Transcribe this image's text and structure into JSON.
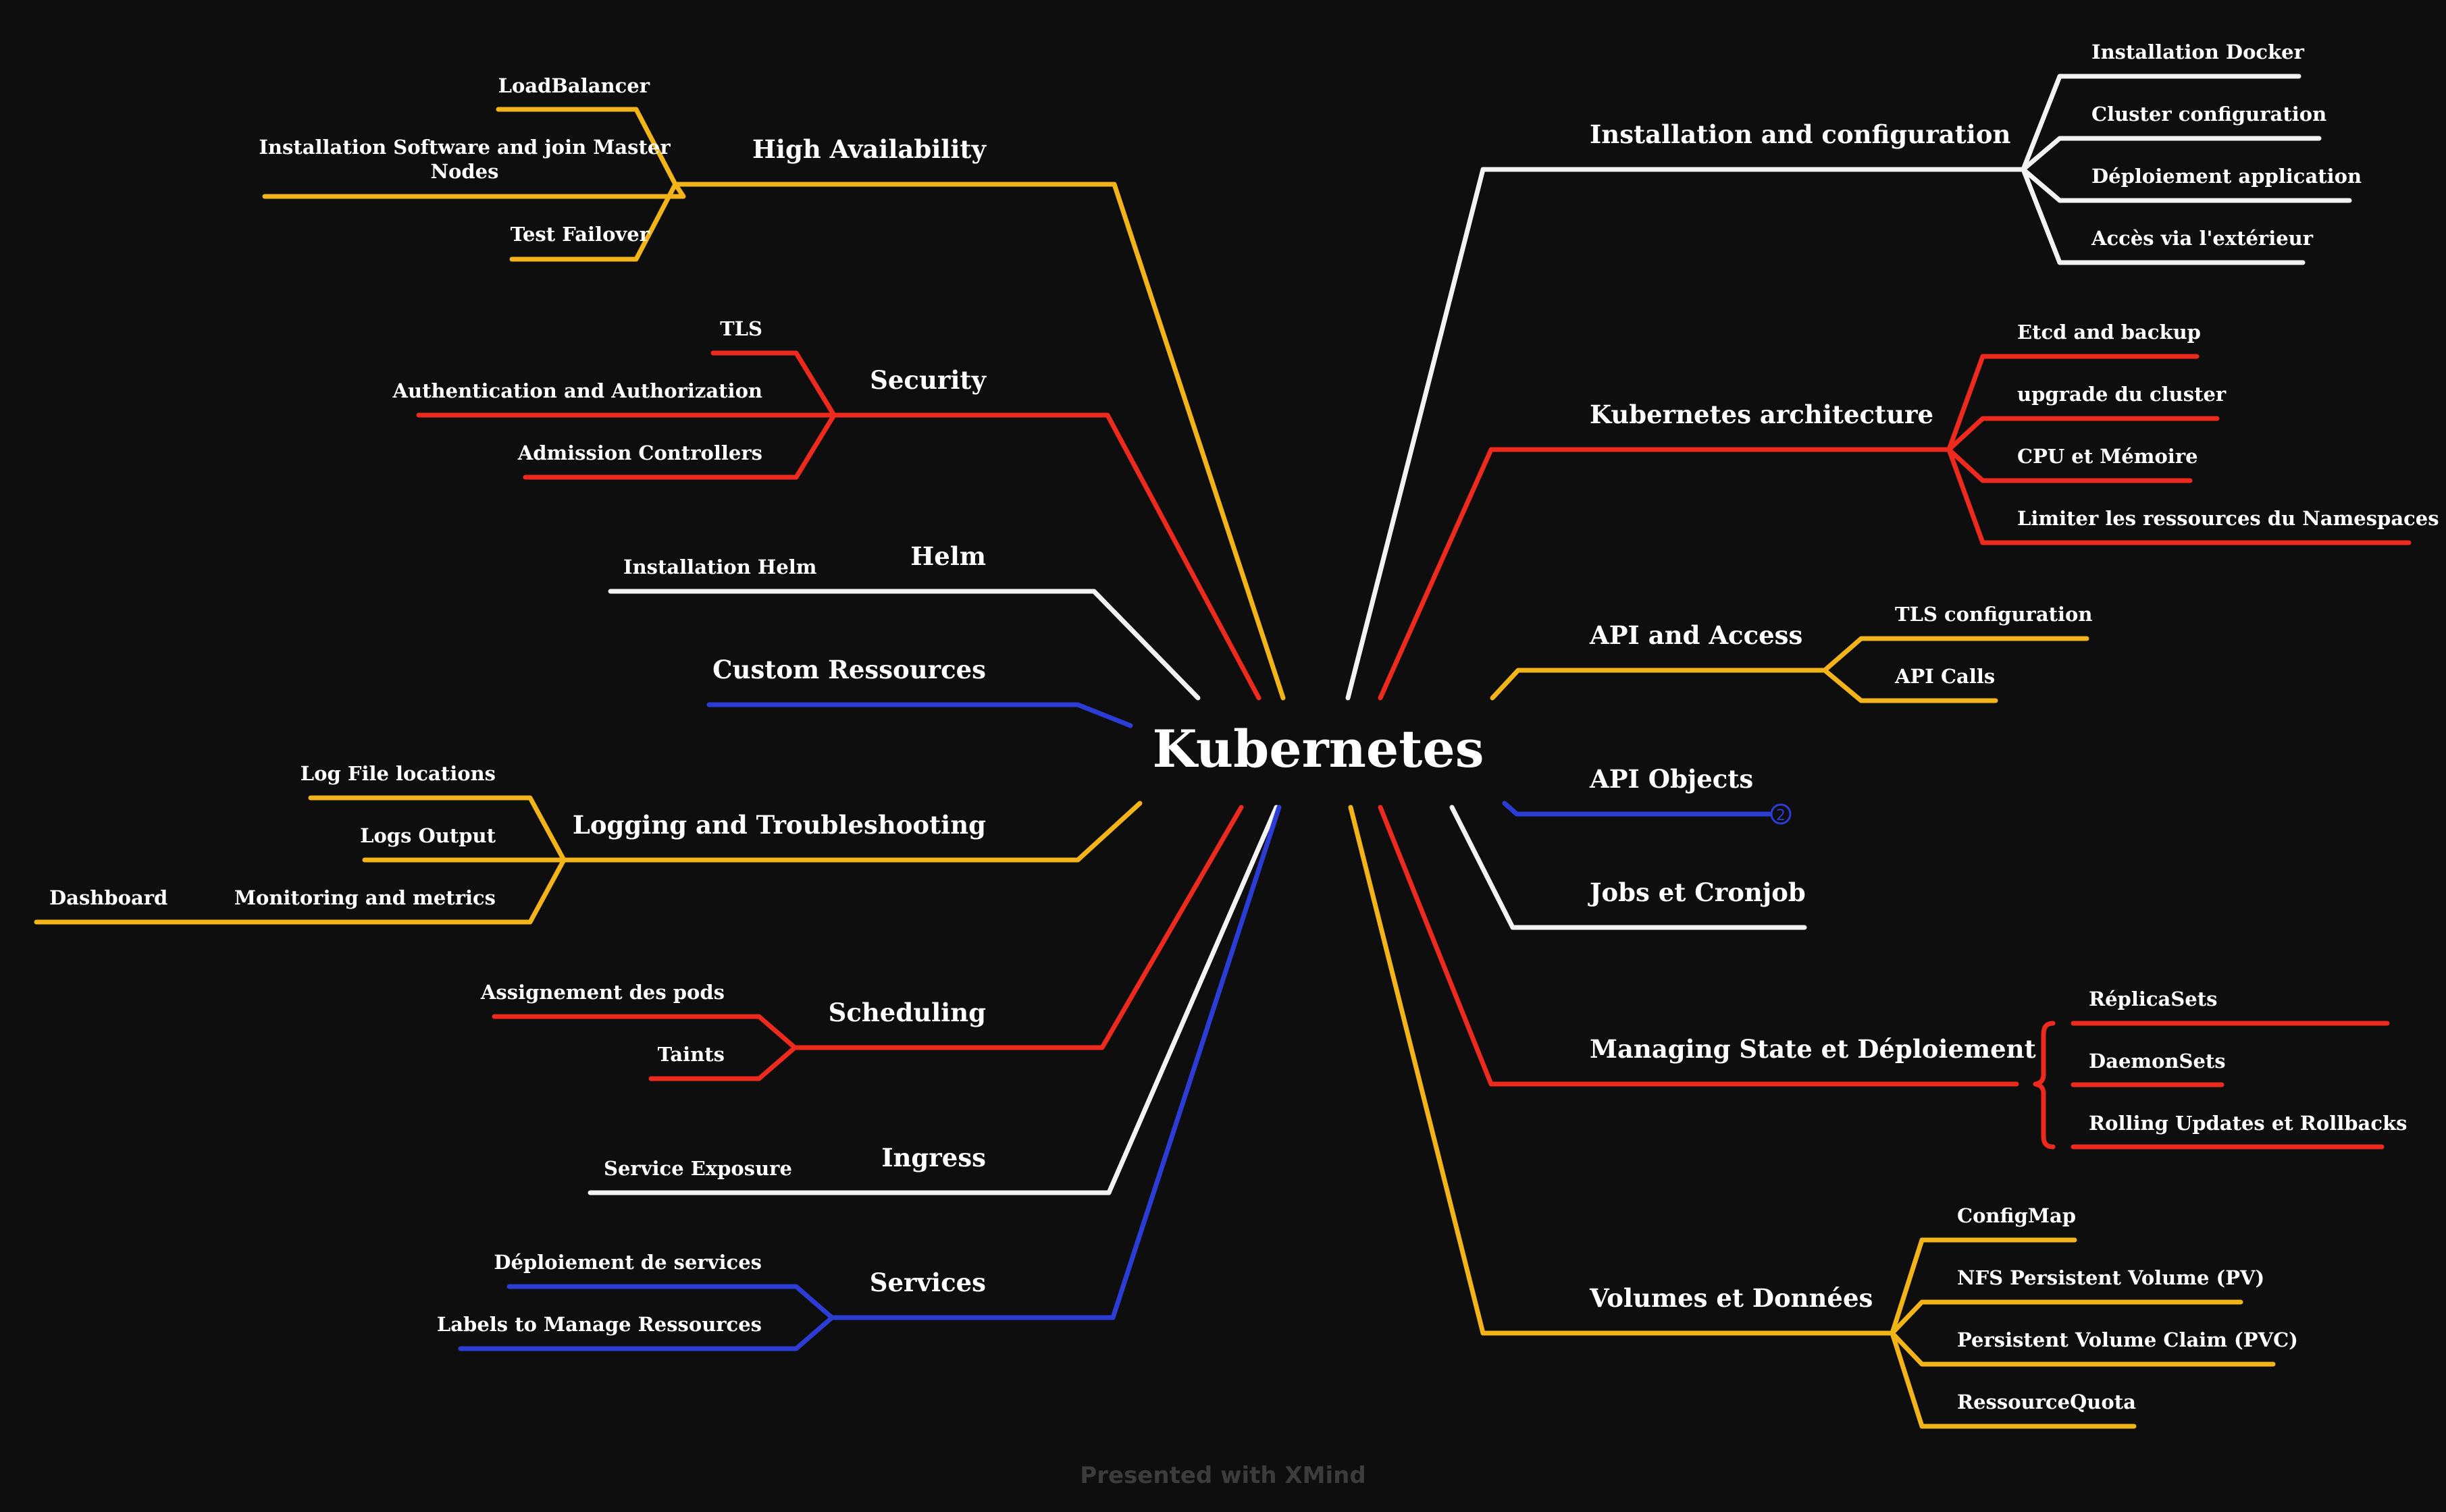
{
  "colors": {
    "background": "#0f0e0e",
    "yellow": "#f2b418",
    "red": "#ee2a1e",
    "white": "#f3f3f3",
    "blue": "#2b3dd6",
    "footer": "#3c3c3c"
  },
  "central": {
    "label": "Kubernetes"
  },
  "branches": [
    {
      "label": "High Availability",
      "color": "yellow",
      "children": [
        "LoadBalancer",
        "Installation Software and join Master",
        "Nodes",
        "Test Failover"
      ]
    },
    {
      "label": "Security",
      "color": "red",
      "children": [
        "TLS",
        "Authentication and Authorization",
        "Admission Controllers"
      ]
    },
    {
      "label": "Helm",
      "color": "white",
      "children": [
        "Installation Helm"
      ]
    },
    {
      "label": "Custom Ressources",
      "color": "blue",
      "children": []
    },
    {
      "label": "Logging and Troubleshooting",
      "color": "yellow",
      "children": [
        "Log File locations",
        "Logs Output",
        "Monitoring and metrics",
        "Dashboard"
      ]
    },
    {
      "label": "Scheduling",
      "color": "red",
      "children": [
        "Assignement des pods",
        "Taints"
      ]
    },
    {
      "label": "Ingress",
      "color": "white",
      "children": [
        "Service Exposure"
      ]
    },
    {
      "label": "Services",
      "color": "blue",
      "children": [
        "Déploiement de services",
        "Labels to Manage Ressources"
      ]
    },
    {
      "label": "Installation and configuration",
      "color": "white",
      "children": [
        "Installation Docker",
        "Cluster configuration",
        "Déploiement application",
        "Accès via l'extérieur"
      ]
    },
    {
      "label": "Kubernetes architecture",
      "color": "red",
      "children": [
        "Etcd and  backup",
        "upgrade du cluster",
        "CPU et Mémoire",
        "Limiter les ressources du Namespaces"
      ]
    },
    {
      "label": "API and Access",
      "color": "yellow",
      "children": [
        "TLS configuration",
        "API Calls"
      ]
    },
    {
      "label": "API Objects",
      "color": "blue",
      "collapsed_count": "2",
      "children": []
    },
    {
      "label": "Jobs et Cronjob",
      "color": "white",
      "children": []
    },
    {
      "label": "Managing State et Déploiement",
      "color": "red",
      "children": [
        "RéplicaSets",
        "DaemonSets",
        "Rolling Updates et Rollbacks"
      ]
    },
    {
      "label": "Volumes et Données",
      "color": "yellow",
      "children": [
        "ConfigMap",
        "NFS Persistent Volume (PV)",
        "Persistent Volume Claim (PVC)",
        "RessourceQuota"
      ]
    }
  ],
  "footer": {
    "text": "Presented with XMind"
  }
}
